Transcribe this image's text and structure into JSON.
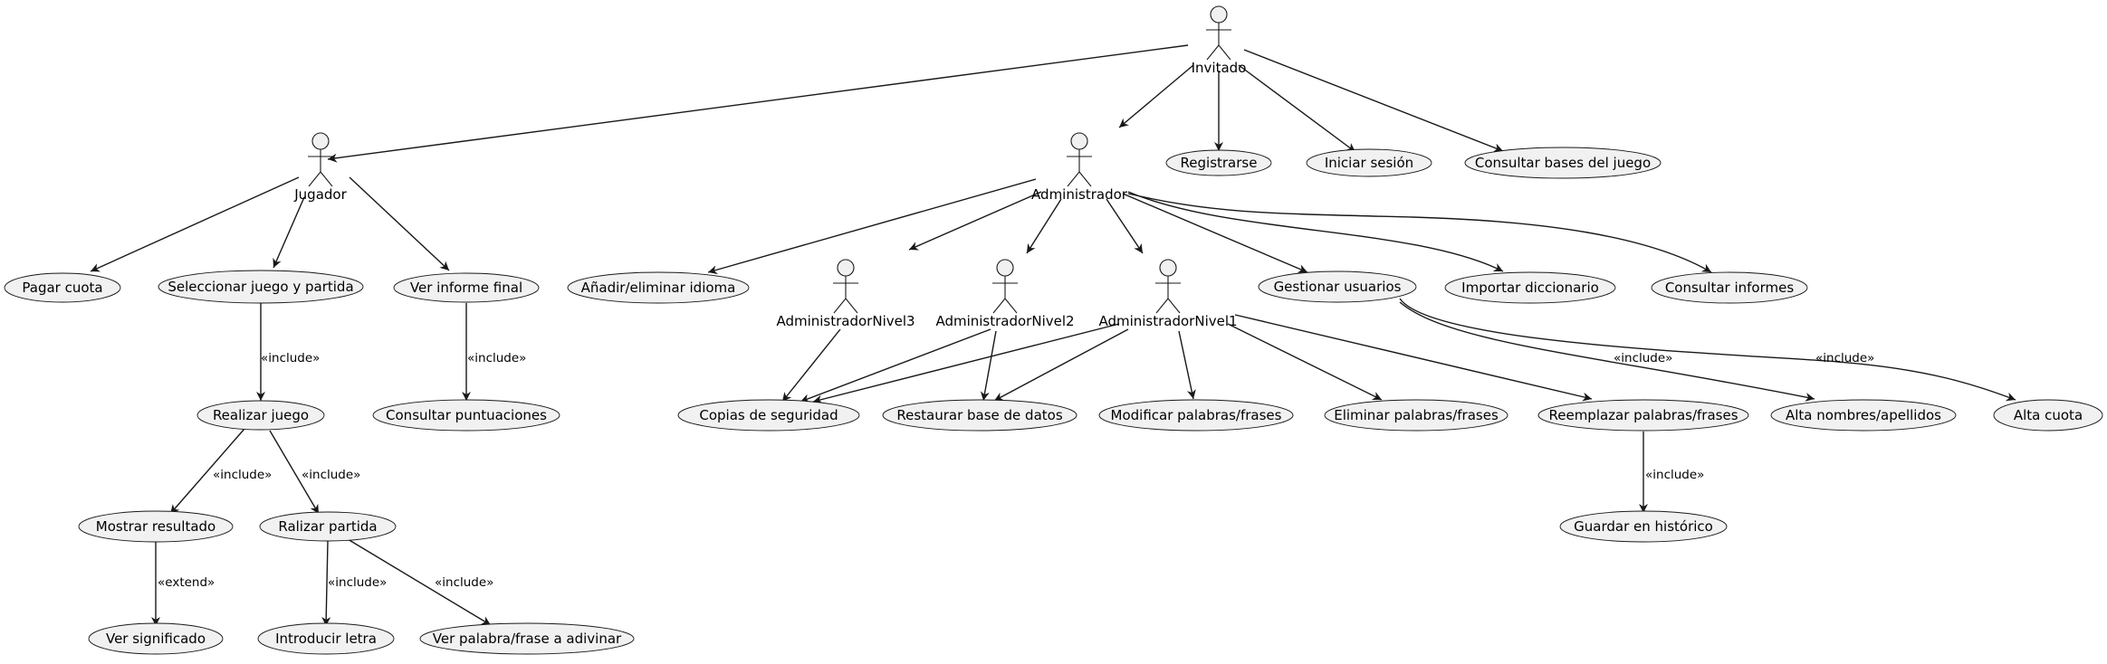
{
  "actors": {
    "invitado": "Invitado",
    "jugador": "Jugador",
    "administrador": "Administrador",
    "admin_nivel3": "AdministradorNivel3",
    "admin_nivel2": "AdministradorNivel2",
    "admin_nivel1": "AdministradorNivel1"
  },
  "use_cases": {
    "registrarse": "Registrarse",
    "iniciar_sesion": "Iniciar sesión",
    "consultar_bases": "Consultar bases del juego",
    "pagar_cuota": "Pagar cuota",
    "seleccionar_juego": "Seleccionar juego y partida",
    "ver_informe_final": "Ver informe final",
    "anadir_idioma": "Añadir/eliminar idioma",
    "gestionar_usuarios": "Gestionar usuarios",
    "importar_diccionario": "Importar diccionario",
    "consultar_informes": "Consultar informes",
    "realizar_juego": "Realizar juego",
    "consultar_puntuaciones": "Consultar puntuaciones",
    "copias_seguridad": "Copias de seguridad",
    "restaurar_bd": "Restaurar base de datos",
    "modificar_palabras": "Modificar palabras/frases",
    "eliminar_palabras": "Eliminar palabras/frases",
    "reemplazar_palabras": "Reemplazar palabras/frases",
    "alta_nombres": "Alta nombres/apellidos",
    "alta_cuota": "Alta cuota",
    "mostrar_resultado": "Mostrar resultado",
    "ralizar_partida": "Ralizar partida",
    "guardar_historico": "Guardar en histórico",
    "ver_significado": "Ver significado",
    "introducir_letra": "Introducir letra",
    "ver_palabra": "Ver palabra/frase a adivinar"
  },
  "relations": {
    "include": "«include»",
    "extend": "«extend»"
  }
}
